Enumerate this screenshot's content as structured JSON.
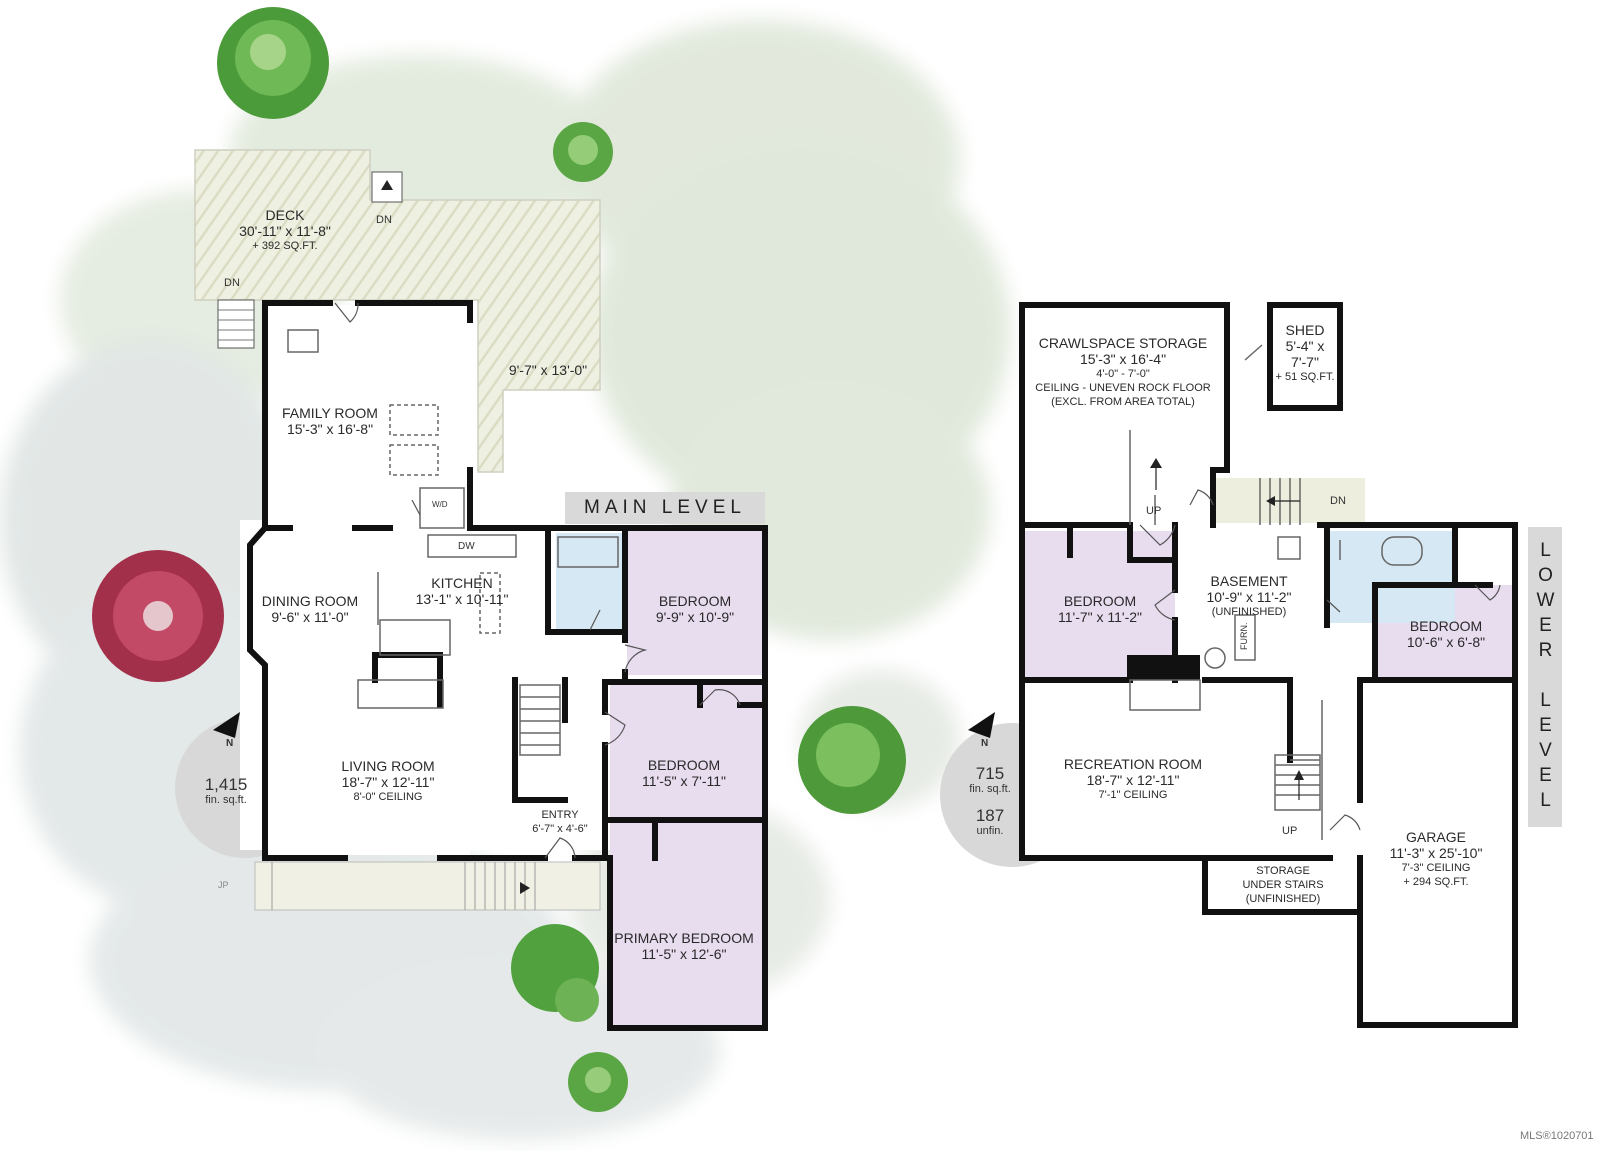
{
  "levels": {
    "main": {
      "banner": "MAIN LEVEL"
    },
    "lower": {
      "banner": "LOWER LEVEL"
    }
  },
  "rooms": {
    "deck": {
      "name": "DECK",
      "dims": "30'-11\" x 11'-8\"",
      "note": "+ 392 SQ.FT."
    },
    "deck_ext": {
      "dims": "9'-7\" x 13'-0\""
    },
    "family": {
      "name": "FAMILY ROOM",
      "dims": "15'-3\" x 16'-8\""
    },
    "dining": {
      "name": "DINING ROOM",
      "dims": "9'-6\" x 11'-0\""
    },
    "kitchen": {
      "name": "KITCHEN",
      "dims": "13'-1\" x 10'-11\""
    },
    "living": {
      "name": "LIVING ROOM",
      "dims": "18'-7\" x 12'-11\"",
      "note": "8'-0\" CEILING"
    },
    "entry": {
      "name": "ENTRY",
      "dims": "6'-7\" x 4'-6\""
    },
    "bed_main_1": {
      "name": "BEDROOM",
      "dims": "9'-9\" x 10'-9\""
    },
    "bed_main_2": {
      "name": "BEDROOM",
      "dims": "11'-5\" x 7'-11\""
    },
    "primary": {
      "name": "PRIMARY BEDROOM",
      "dims": "11'-5\" x 12'-6\""
    },
    "crawl": {
      "name": "CRAWLSPACE STORAGE",
      "dims": "15'-3\" x 16'-4\"",
      "note1": "4'-0\" - 7'-0\"",
      "note2": "CEILING - UNEVEN ROCK FLOOR",
      "note3": "(EXCL. FROM AREA TOTAL)"
    },
    "shed": {
      "name": "SHED",
      "dims1": "5'-4\" x",
      "dims2": "7'-7\"",
      "note": "+ 51 SQ.FT."
    },
    "basement": {
      "name": "BASEMENT",
      "dims": "10'-9\" x 11'-2\"",
      "note": "(UNFINISHED)"
    },
    "bed_low_1": {
      "name": "BEDROOM",
      "dims": "11'-7\" x 11'-2\""
    },
    "bed_low_2": {
      "name": "BEDROOM",
      "dims": "10'-6\" x 6'-8\""
    },
    "rec": {
      "name": "RECREATION ROOM",
      "dims": "18'-7\" x 12'-11\"",
      "note": "7'-1\" CEILING"
    },
    "storage": {
      "name1": "STORAGE",
      "name2": "UNDER STAIRS",
      "name3": "(UNFINISHED)"
    },
    "garage": {
      "name": "GARAGE",
      "dims": "11'-3\" x 25'-10\"",
      "note1": "7'-3\" CEILING",
      "note2": "+ 294 SQ.FT."
    }
  },
  "labels": {
    "dn_deck": "DN",
    "dn_deck2": "DN",
    "dn_lower": "DN",
    "up_crawl": "UP",
    "up_rec": "UP",
    "dw_main": "DW",
    "wd": "W/D",
    "furn": "FURN.",
    "jp": "JP",
    "north": "N",
    "north_lower": "N",
    "mls": "MLS®1020701"
  },
  "areas": {
    "main": {
      "value": "1,415",
      "unit": "fin. sq.ft."
    },
    "lower_fin": {
      "value": "715",
      "unit": "fin. sq.ft."
    },
    "lower_unfin": {
      "value": "187",
      "unit": "unfin."
    }
  },
  "colors": {
    "wall": "#111111",
    "bedroom_fill": "#e8dcef",
    "bath_fill": "#d6e8f3",
    "deck_fill": "#eceedd",
    "banner": "#d9d9d9",
    "foliage": "#dce6d6",
    "foliage_gray": "#dde2e2",
    "tree_green": "#4a9a3a",
    "tree_red": "#a2304a"
  }
}
